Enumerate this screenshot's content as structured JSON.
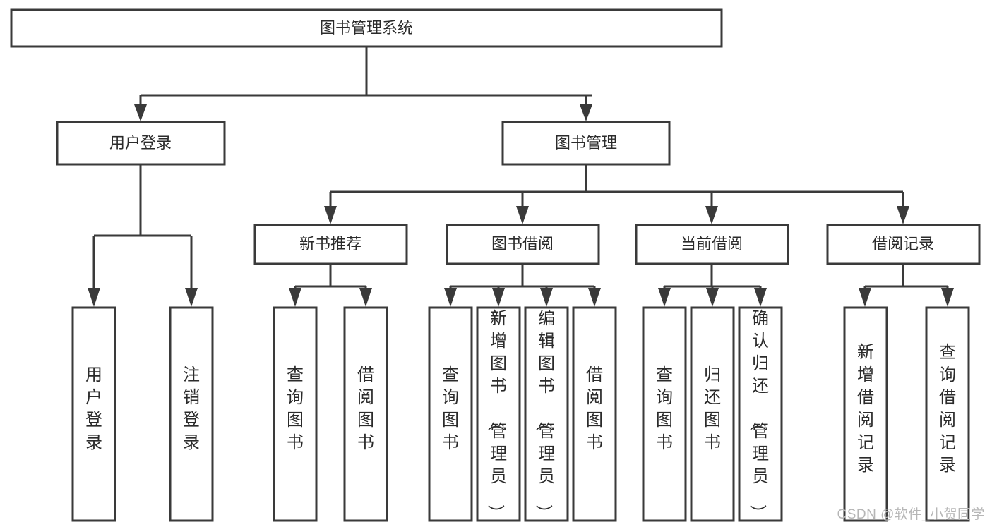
{
  "diagram": {
    "type": "tree",
    "title": "图书管理系统",
    "orientation": "top-down",
    "watermark": "CSDN @软件_小贺同学",
    "colors": {
      "background": "#ffffff",
      "box_fill": "#ffffff",
      "box_stroke": "#3a3a3a",
      "connector": "#3a3a3a",
      "text": "#2b2b2b",
      "watermark": "#b6b6b6"
    },
    "root": {
      "id": "root",
      "label": "图书管理系统",
      "text_orientation": "horizontal"
    },
    "level2": [
      {
        "id": "user-login",
        "label": "用户登录",
        "text_orientation": "horizontal"
      },
      {
        "id": "book-manage",
        "label": "图书管理",
        "text_orientation": "horizontal"
      }
    ],
    "level3": [
      {
        "id": "new-book-recommend",
        "label": "新书推荐",
        "parent": "book-manage",
        "text_orientation": "horizontal"
      },
      {
        "id": "book-borrow",
        "label": "图书借阅",
        "parent": "book-manage",
        "text_orientation": "horizontal"
      },
      {
        "id": "current-borrow",
        "label": "当前借阅",
        "parent": "book-manage",
        "text_orientation": "horizontal"
      },
      {
        "id": "borrow-record",
        "label": "借阅记录",
        "parent": "book-manage",
        "text_orientation": "horizontal"
      }
    ],
    "leaves": [
      {
        "id": "leaf-user-login",
        "label": "用户登录",
        "parent": "user-login",
        "text_orientation": "vertical"
      },
      {
        "id": "leaf-user-logout",
        "label": "注销登录",
        "parent": "user-login",
        "text_orientation": "vertical"
      },
      {
        "id": "leaf-query-book-1",
        "label": "查询图书",
        "parent": "new-book-recommend",
        "text_orientation": "vertical"
      },
      {
        "id": "leaf-borrow-book-1",
        "label": "借阅图书",
        "parent": "new-book-recommend",
        "text_orientation": "vertical"
      },
      {
        "id": "leaf-query-book-2",
        "label": "查询图书",
        "parent": "book-borrow",
        "text_orientation": "vertical"
      },
      {
        "id": "leaf-add-book",
        "label": "新增图书（管理员）",
        "parent": "book-borrow",
        "text_orientation": "vertical"
      },
      {
        "id": "leaf-edit-book",
        "label": "编辑图书（管理员）",
        "parent": "book-borrow",
        "text_orientation": "vertical"
      },
      {
        "id": "leaf-borrow-book-2",
        "label": "借阅图书",
        "parent": "book-borrow",
        "text_orientation": "vertical"
      },
      {
        "id": "leaf-query-book-3",
        "label": "查询图书",
        "parent": "current-borrow",
        "text_orientation": "vertical"
      },
      {
        "id": "leaf-return-book",
        "label": "归还图书",
        "parent": "current-borrow",
        "text_orientation": "vertical"
      },
      {
        "id": "leaf-confirm-return",
        "label": "确认归还（管理员）",
        "parent": "current-borrow",
        "text_orientation": "vertical"
      },
      {
        "id": "leaf-add-record",
        "label": "新增借阅记录",
        "parent": "borrow-record",
        "text_orientation": "vertical"
      },
      {
        "id": "leaf-query-record",
        "label": "查询借阅记录",
        "parent": "borrow-record",
        "text_orientation": "vertical"
      }
    ]
  }
}
